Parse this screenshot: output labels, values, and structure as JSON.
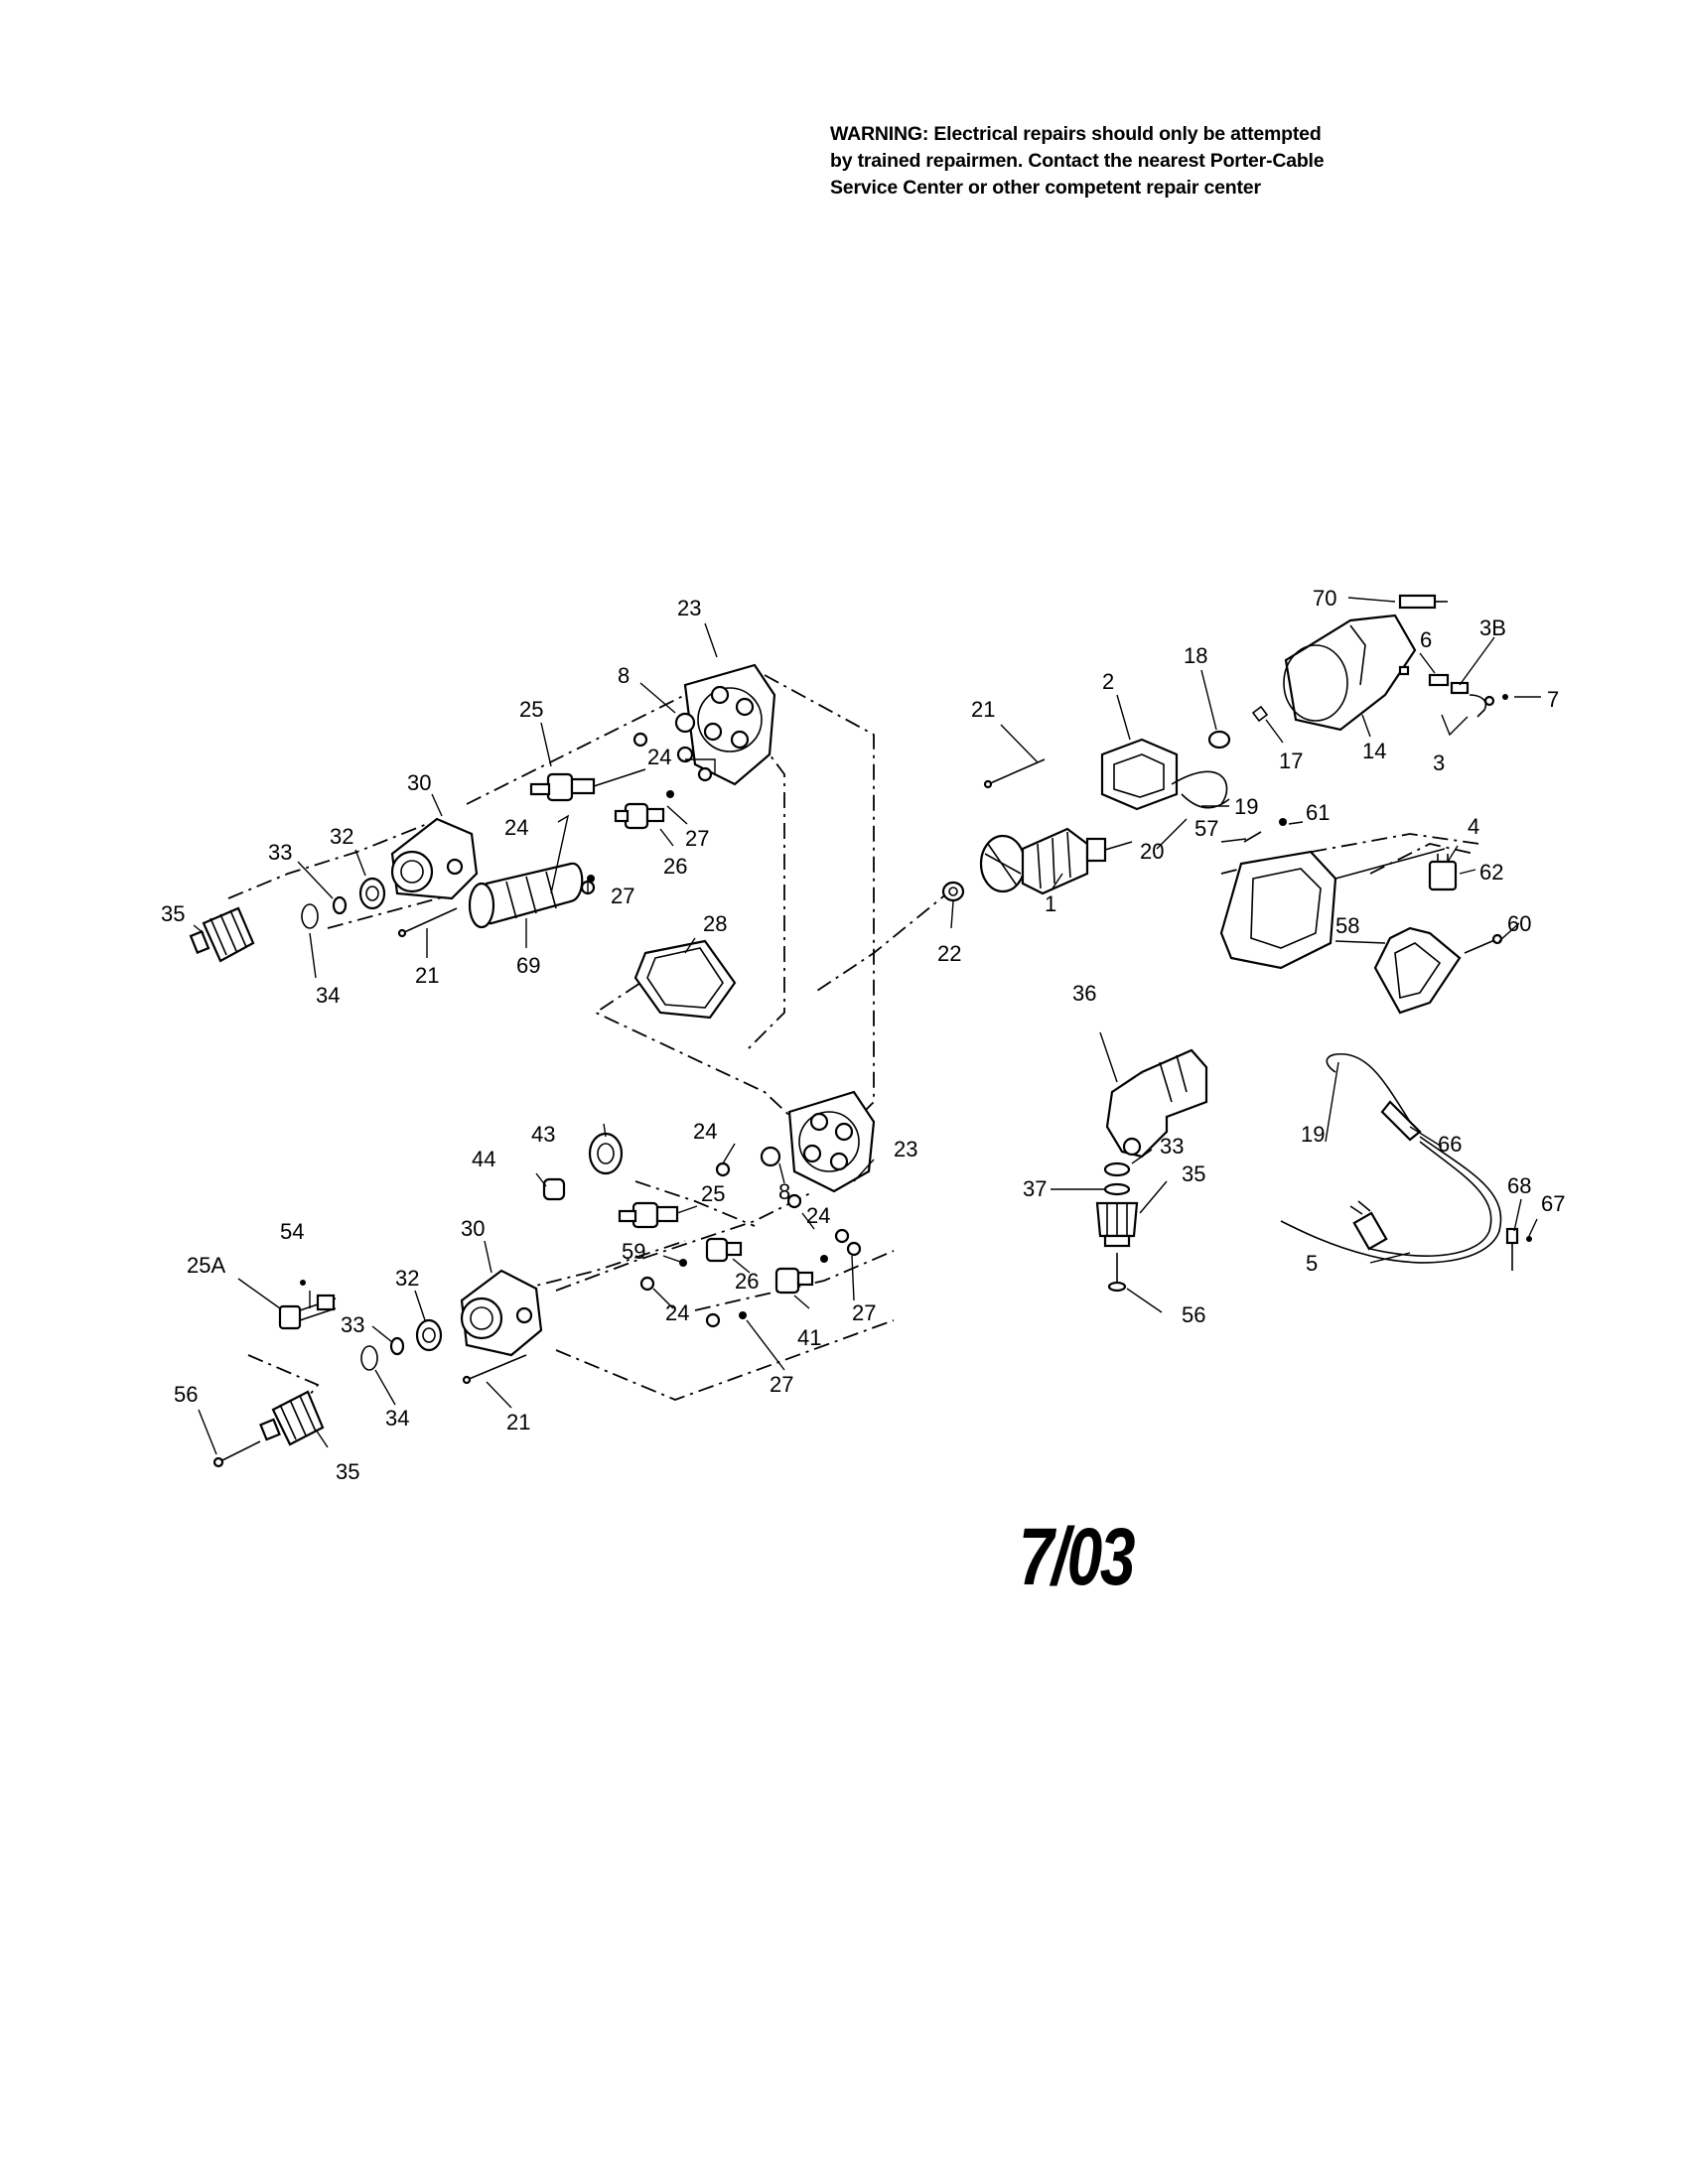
{
  "warning": {
    "line1": "WARNING: Electrical repairs should only be attempted",
    "line2": "by trained repairmen. Contact the nearest Porter-Cable",
    "line3": "Service Center or other competent repair center"
  },
  "date_code": "7/03",
  "labels": {
    "l23a": "23",
    "l8a": "8",
    "l25a": "25",
    "l30a": "30",
    "l24a": "24",
    "l24b": "24",
    "l27a": "27",
    "l27b": "27",
    "l26a": "26",
    "l32a": "32",
    "l33a": "33",
    "l35a": "35",
    "l34a": "34",
    "l21a": "21",
    "l69": "69",
    "l28": "28",
    "l21b": "21",
    "l2": "2",
    "l18": "18",
    "l70": "70",
    "l6": "6",
    "l3B": "3B",
    "l7": "7",
    "l17": "17",
    "l14": "14",
    "l3": "3",
    "l19a": "19",
    "l20": "20",
    "l57": "57",
    "l61": "61",
    "l4": "4",
    "l62": "62",
    "l1": "1",
    "l22": "22",
    "l58": "58",
    "l60": "60",
    "l36": "36",
    "l33b": "33",
    "l37": "37",
    "l35b": "35",
    "l56a": "56",
    "l19b": "19",
    "l66": "66",
    "l68": "68",
    "l67": "67",
    "l5": "5",
    "l24c": "24",
    "l43": "43",
    "l44": "44",
    "l23b": "23",
    "l8b": "8",
    "l25b": "25",
    "l30b": "30",
    "l24d": "24",
    "l54": "54",
    "l25A": "25A",
    "l59": "59",
    "l26b": "26",
    "l32b": "32",
    "l24e": "24",
    "l41": "41",
    "l27c": "27",
    "l33c": "33",
    "l27d": "27",
    "l34b": "34",
    "l21c": "21",
    "l56b": "56",
    "l35c": "35"
  }
}
